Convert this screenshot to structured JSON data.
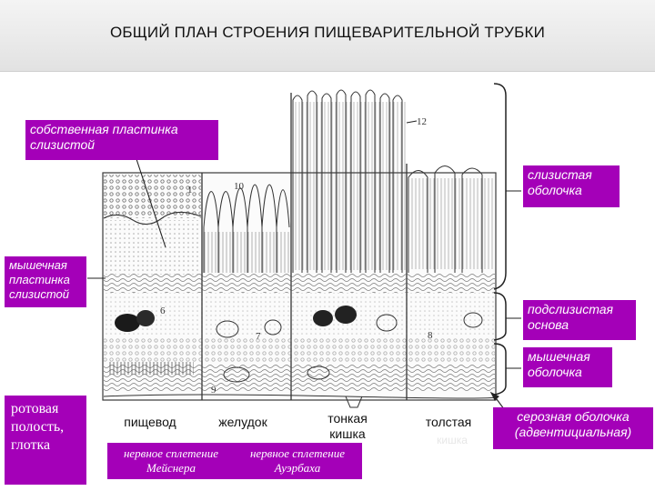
{
  "title": "ОБЩИЙ ПЛАН СТРОЕНИЯ ПИЩЕВАРИТЕЛЬНОЙ ТРУБКИ",
  "labels": {
    "lamina_propria": "собственная пластинка слизистой",
    "muscularis_mucosae": "мышечная пластинка слизистой",
    "mucosa": "слизистая оболочка",
    "submucosa": "подслизистая основа",
    "muscularis": "мышечная оболочка",
    "serosa": "серозная оболочка (адвентициальная)",
    "oral_cavity": "ротовая полость, глотка",
    "meissner": "нервное сплетение Мейснера",
    "auerbach": "нервное сплетение Ауэрбаха"
  },
  "sections": {
    "esophagus": "пищевод",
    "stomach": "желудок",
    "small_intestine": "тонкая кишка",
    "large_intestine_1": "толстая",
    "large_intestine_2": "кишка"
  },
  "figure_numbers": [
    "1",
    "10",
    "12",
    "6",
    "7",
    "8",
    "9"
  ],
  "colors": {
    "accent": "#a400b8",
    "ink": "#3a3a3a"
  }
}
